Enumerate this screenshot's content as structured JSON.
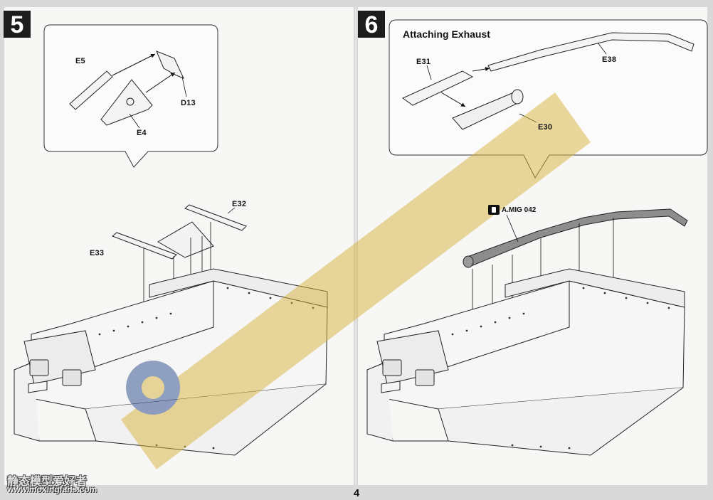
{
  "left_page": {
    "step_number": "5",
    "parts": {
      "e5": "E5",
      "e4": "E4",
      "d13": "D13",
      "e32": "E32",
      "e33": "E33"
    }
  },
  "right_page": {
    "step_number": "6",
    "callout_title": "Attaching Exhaust",
    "parts": {
      "e31": "E31",
      "e38": "E38",
      "e30": "E30"
    },
    "paint_ref": {
      "icon": "paint-bottle-icon",
      "label": "A.MIG 042"
    }
  },
  "footer": {
    "page_number": "4",
    "watermark_cn": "静态模型爱好者",
    "watermark_url": "www.moxingfans.com"
  },
  "colors": {
    "watermark_yellow": "#d8b23a",
    "ink": "#111111",
    "paper": "#f7f7f6"
  }
}
